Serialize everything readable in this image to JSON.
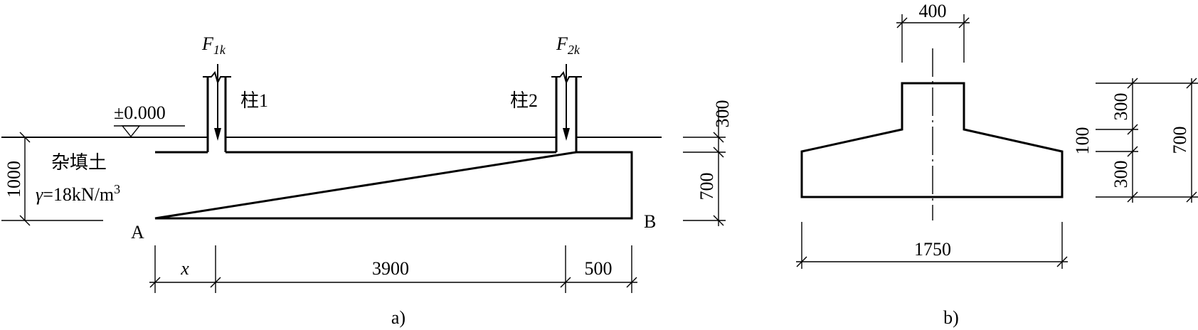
{
  "figure_a": {
    "column1_force": "F",
    "column1_force_sub": "1k",
    "column2_force": "F",
    "column2_force_sub": "2k",
    "column1_label": "柱1",
    "column2_label": "柱2",
    "ground_level": "±0.000",
    "soil_name": "杂填土",
    "soil_gamma_symbol": "γ",
    "soil_gamma_value": "=18kN/m",
    "soil_gamma_exp": "3",
    "point_a": "A",
    "point_b": "B",
    "dim_depth": "1000",
    "dim_above_top": "300",
    "dim_thickness": "700",
    "dim_x": "x",
    "dim_span": "3900",
    "dim_overhang": "500",
    "caption": "a)"
  },
  "figure_b": {
    "dim_column_width": "400",
    "dim_rib_height": "300",
    "dim_slope": "100",
    "dim_edge_height": "300",
    "dim_total_height": "700",
    "dim_base_width": "1750",
    "caption": "b)"
  }
}
